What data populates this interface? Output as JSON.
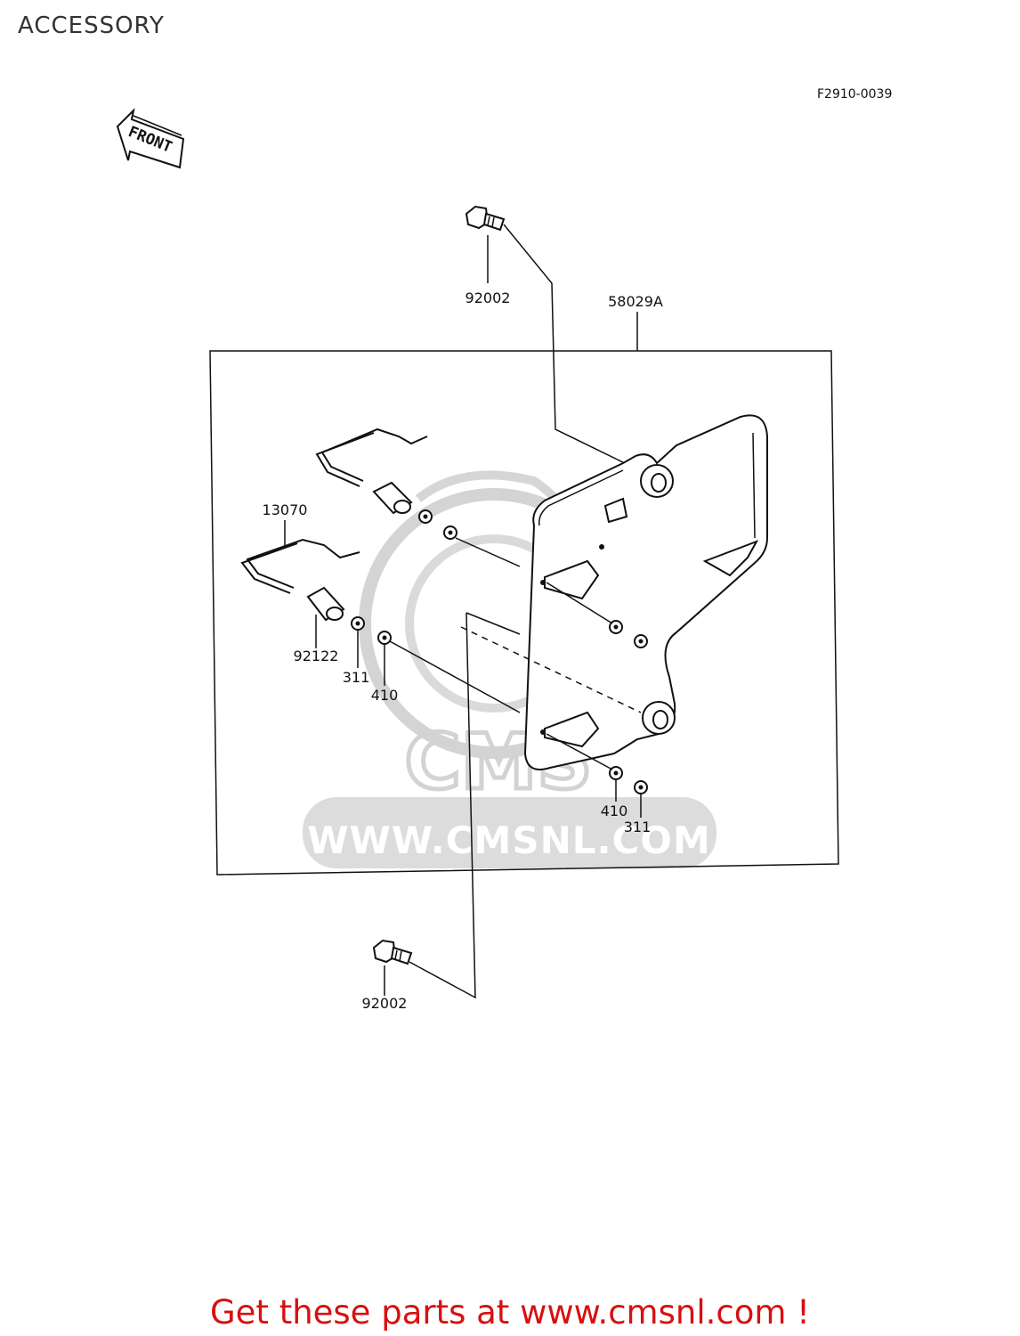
{
  "header": {
    "title": "ACCESSORY",
    "figure_code": "F2910-0039"
  },
  "orientation": {
    "front_label": "FRONT"
  },
  "parts": {
    "bolt_top": "92002",
    "bracket_assembly": "58029A",
    "stay": "13070",
    "collar": "92122",
    "nut_left": "311",
    "washer_left": "410",
    "washer_right": "410",
    "nut_right": "311",
    "bolt_bottom": "92002"
  },
  "watermark": {
    "site": "WWW.CMSNL.COM",
    "logo_letters": "CMS"
  },
  "footer": {
    "promo": "Get these parts at www.cmsnl.com !"
  },
  "colors": {
    "promo": "#d81010",
    "lines": "#111111",
    "watermark": "#c6c6c6"
  }
}
